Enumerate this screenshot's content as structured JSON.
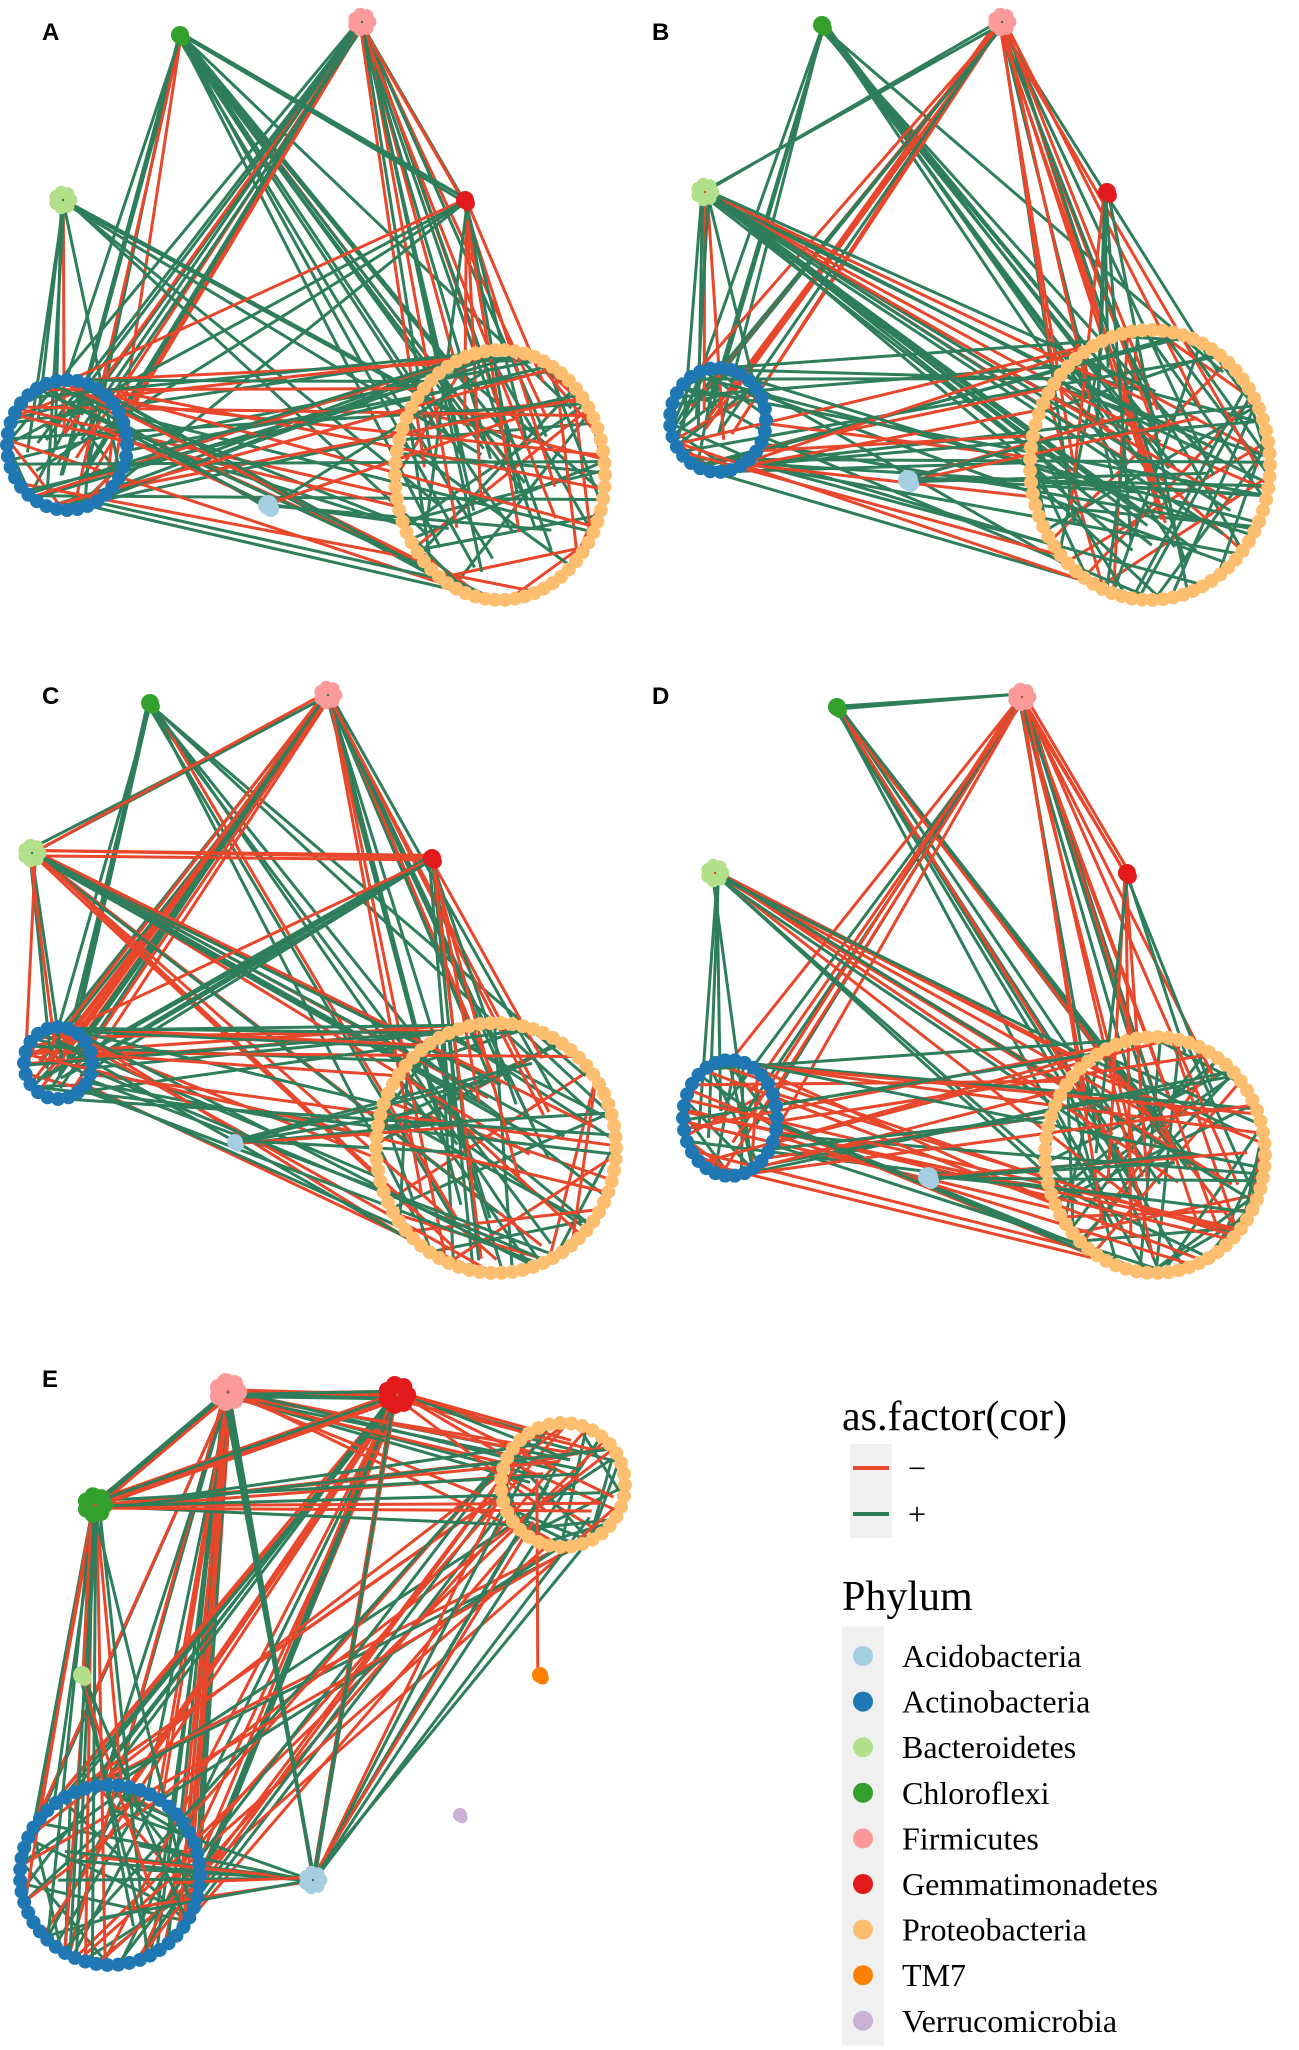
{
  "panels": [
    {
      "label": "A",
      "clusters": [
        {
          "phylum": "Chloroflexi",
          "shape": "blob"
        },
        {
          "phylum": "Firmicutes",
          "shape": "flower"
        },
        {
          "phylum": "Bacteroidetes",
          "shape": "flower"
        },
        {
          "phylum": "Gemmatimonadetes",
          "shape": "blob"
        },
        {
          "phylum": "Actinobacteria",
          "shape": "ring"
        },
        {
          "phylum": "Proteobacteria",
          "shape": "ring"
        },
        {
          "phylum": "Acidobacteria",
          "shape": "blob"
        }
      ]
    },
    {
      "label": "B",
      "clusters": [
        {
          "phylum": "Chloroflexi",
          "shape": "blob"
        },
        {
          "phylum": "Firmicutes",
          "shape": "flower"
        },
        {
          "phylum": "Bacteroidetes",
          "shape": "flower"
        },
        {
          "phylum": "Gemmatimonadetes",
          "shape": "blob"
        },
        {
          "phylum": "Actinobacteria",
          "shape": "ring"
        },
        {
          "phylum": "Proteobacteria",
          "shape": "ring"
        },
        {
          "phylum": "Acidobacteria",
          "shape": "blob"
        }
      ]
    },
    {
      "label": "C",
      "clusters": [
        {
          "phylum": "Chloroflexi",
          "shape": "blob"
        },
        {
          "phylum": "Firmicutes",
          "shape": "flower"
        },
        {
          "phylum": "Bacteroidetes",
          "shape": "flower"
        },
        {
          "phylum": "Gemmatimonadetes",
          "shape": "blob"
        },
        {
          "phylum": "Actinobacteria",
          "shape": "ring"
        },
        {
          "phylum": "Proteobacteria",
          "shape": "ring"
        },
        {
          "phylum": "Acidobacteria",
          "shape": "blob"
        }
      ]
    },
    {
      "label": "D",
      "clusters": [
        {
          "phylum": "Chloroflexi",
          "shape": "blob"
        },
        {
          "phylum": "Firmicutes",
          "shape": "flower"
        },
        {
          "phylum": "Bacteroidetes",
          "shape": "flower"
        },
        {
          "phylum": "Gemmatimonadetes",
          "shape": "blob"
        },
        {
          "phylum": "Actinobacteria",
          "shape": "ring"
        },
        {
          "phylum": "Proteobacteria",
          "shape": "ring"
        },
        {
          "phylum": "Acidobacteria",
          "shape": "blob"
        }
      ]
    },
    {
      "label": "E",
      "clusters": [
        {
          "phylum": "Firmicutes",
          "shape": "flower"
        },
        {
          "phylum": "Gemmatimonadetes",
          "shape": "flower"
        },
        {
          "phylum": "Proteobacteria",
          "shape": "ring"
        },
        {
          "phylum": "Chloroflexi",
          "shape": "flower"
        },
        {
          "phylum": "Bacteroidetes",
          "shape": "blob"
        },
        {
          "phylum": "TM7",
          "shape": "blob"
        },
        {
          "phylum": "Verrucomicrobia",
          "shape": "blob"
        },
        {
          "phylum": "Actinobacteria",
          "shape": "ring"
        },
        {
          "phylum": "Acidobacteria",
          "shape": "flower"
        }
      ]
    }
  ],
  "legend": {
    "cor_title": "as.factor(cor)",
    "cor_items": [
      {
        "label": "−",
        "color": "#e8472b"
      },
      {
        "label": "+",
        "color": "#2e7d5b"
      }
    ],
    "phylum_title": "Phylum",
    "phylum_items": [
      {
        "label": "Acidobacteria",
        "color": "#a6cee3"
      },
      {
        "label": "Actinobacteria",
        "color": "#1f78b4"
      },
      {
        "label": "Bacteroidetes",
        "color": "#b2df8a"
      },
      {
        "label": "Chloroflexi",
        "color": "#33a02c"
      },
      {
        "label": "Firmicutes",
        "color": "#fb9a99"
      },
      {
        "label": "Gemmatimonadetes",
        "color": "#e31a1c"
      },
      {
        "label": "Proteobacteria",
        "color": "#fdbf6f"
      },
      {
        "label": "TM7",
        "color": "#ff7f00"
      },
      {
        "label": "Verrucomicrobia",
        "color": "#cab2d6"
      }
    ]
  }
}
